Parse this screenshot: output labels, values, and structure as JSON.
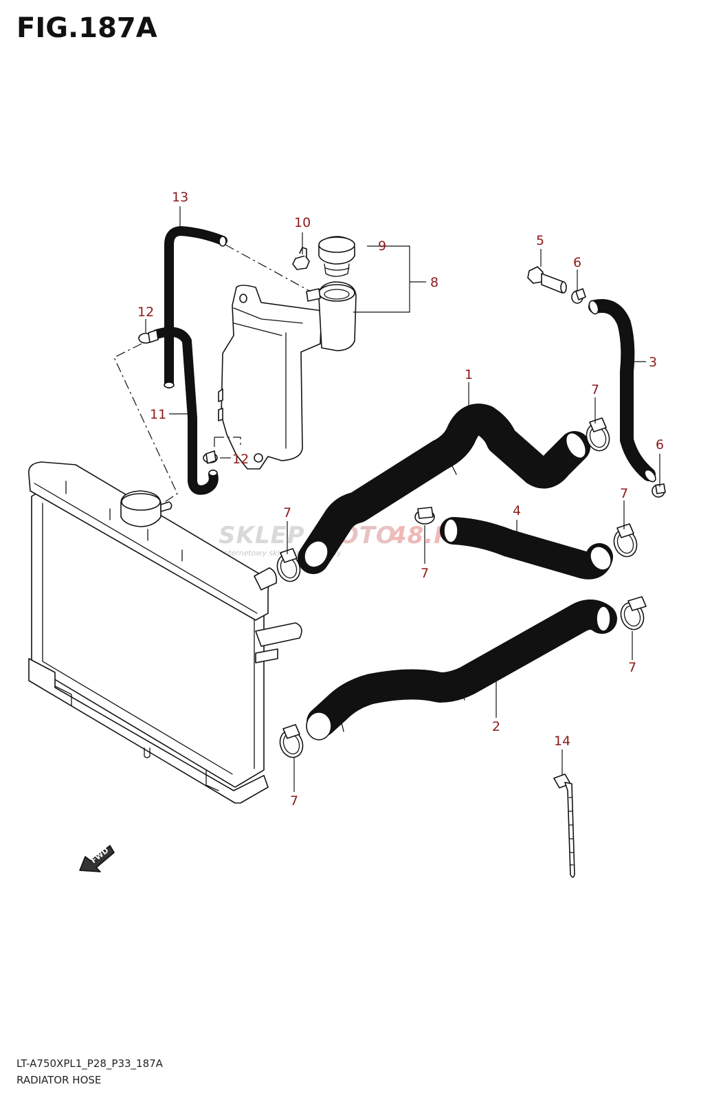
{
  "figure": {
    "title": "FIG.187A",
    "model_code": "LT-A750XPL1_P28_P33_187A",
    "caption": "RADIATOR HOSE"
  },
  "callouts": {
    "c1": "1",
    "c2": "2",
    "c3": "3",
    "c4": "4",
    "c5": "5",
    "c6a": "6",
    "c6b": "6",
    "c7a": "7",
    "c7b": "7",
    "c7c": "7",
    "c7d": "7",
    "c7e": "7",
    "c7f": "7",
    "c8": "8",
    "c9": "9",
    "c10": "10",
    "c11": "11",
    "c12a": "12",
    "c12b": "12",
    "c13": "13",
    "c14": "14"
  },
  "arrow_label": "FWD",
  "watermark": {
    "main_a": "SKLEP",
    "main_b": "MOTO",
    "main_c": "48.PL",
    "sub": "internetowy sklep motocyklowy"
  },
  "colors": {
    "callout": "#8b1a1a",
    "line": "#111111",
    "watermark": "#d9d9d9",
    "watermark_accent": "#f0b8b8"
  }
}
